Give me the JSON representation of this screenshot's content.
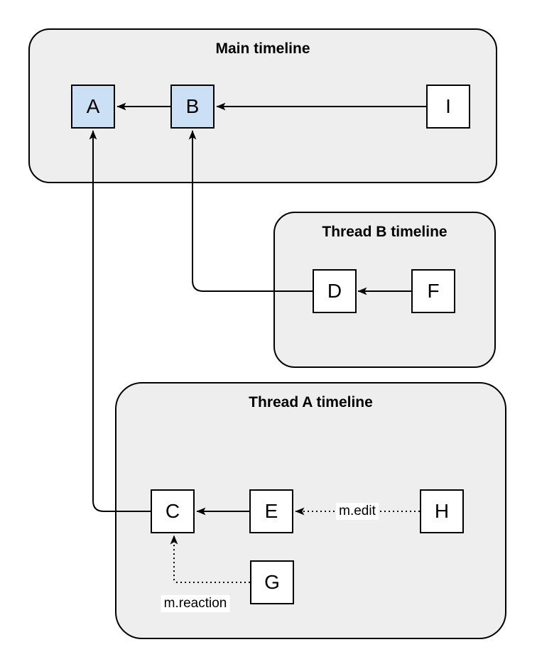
{
  "diagram": {
    "groups": {
      "main": {
        "title": "Main timeline"
      },
      "thread_b": {
        "title": "Thread B timeline"
      },
      "thread_a": {
        "title": "Thread A timeline"
      }
    },
    "nodes": {
      "a": {
        "label": "A",
        "highlighted": true
      },
      "b": {
        "label": "B",
        "highlighted": true
      },
      "i": {
        "label": "I",
        "highlighted": false
      },
      "d": {
        "label": "D",
        "highlighted": false
      },
      "f": {
        "label": "F",
        "highlighted": false
      },
      "c": {
        "label": "C",
        "highlighted": false
      },
      "e": {
        "label": "E",
        "highlighted": false
      },
      "h": {
        "label": "H",
        "highlighted": false
      },
      "g": {
        "label": "G",
        "highlighted": false
      }
    },
    "edge_labels": {
      "h_to_e": "m.edit",
      "g_to_c": "m.reaction"
    },
    "colors": {
      "group_fill": "#eeeeee",
      "group_stroke": "#000000",
      "node_fill": "#ffffff",
      "node_fill_highlight": "#cce0f5",
      "node_stroke": "#000000",
      "edge_color": "#000000"
    }
  }
}
